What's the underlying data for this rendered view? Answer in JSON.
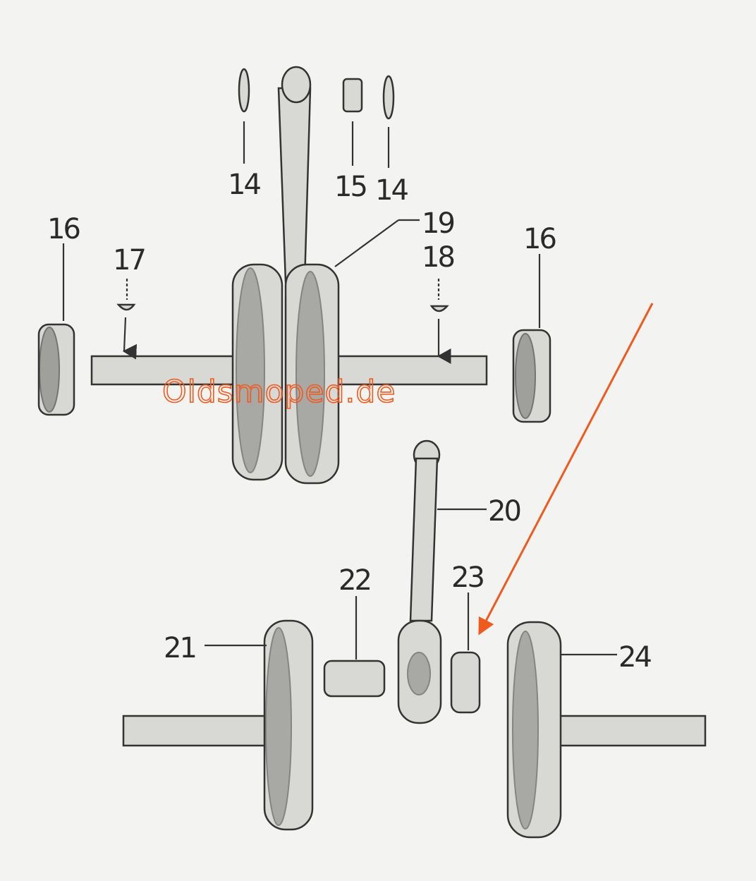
{
  "diagram": {
    "labels": {
      "washer_top_left": "14",
      "needle_cage_top": "15",
      "washer_top_right": "14",
      "bearing_left": "16",
      "key_left": "17",
      "crank_assembly": "19",
      "key_right": "18",
      "bearing_right": "16",
      "connecting_rod": "20",
      "crank_pin": "22",
      "needle_cage": "23",
      "crank_half_left": "21",
      "crank_half_right": "24"
    },
    "watermark": "Oldsmoped.de",
    "colors": {
      "watermark": "#f05a1e",
      "arrow": "#f05a1e",
      "ink": "#2a2a2a"
    }
  }
}
